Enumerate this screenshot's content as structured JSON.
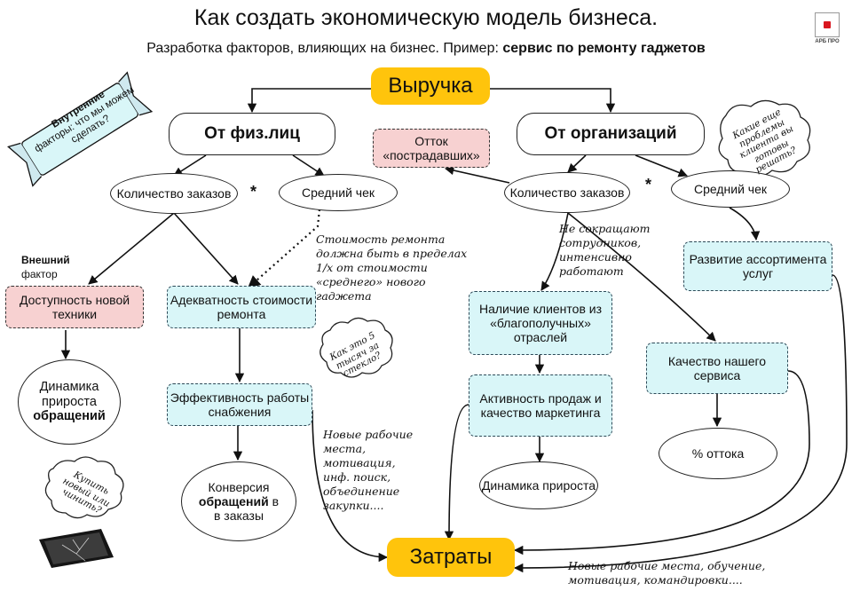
{
  "header": {
    "title": "Как создать экономическую модель бизнеса.",
    "subtitle_prefix": "Разработка факторов, влияющих на бизнес. Пример:",
    "subtitle_bold": "сервис по ремонту гаджетов",
    "logo_text": "АРБ ПРО"
  },
  "banner": {
    "bold": "Внутренние",
    "rest": "факторы: что мы можем сделать?"
  },
  "nodes": {
    "revenue": "Выручка",
    "costs": "Затраты",
    "individuals": "От физ.лиц",
    "organizations": "От организаций",
    "orders_ind": "Количество заказов",
    "avgcheck_ind": "Средний чек",
    "orders_org": "Количество заказов",
    "avgcheck_org": "Средний чек",
    "outflow": "Отток «пострадавших»",
    "availability": "Доступность новой техники",
    "adequacy": "Адекватность стоимости ремонта",
    "supply": "Эффективность работы снабжения",
    "growth_ind": "Динамика прироста",
    "growth_ind_bold": "обращений",
    "conv_pre": "Конверсия",
    "conv_bold": "обращений",
    "conv_post": "в заказы",
    "clients": "Наличие клиентов из «благополучных» отраслей",
    "sales": "Активность продаж и качество маркетинга",
    "growth_org": "Динамика прироста",
    "assortment": "Развитие ассортимента услуг",
    "quality": "Качество нашего сервиса",
    "churn": "% оттока"
  },
  "labels": {
    "star": "*",
    "external_bold": "Внешний",
    "external_rest": "фактор"
  },
  "notes": {
    "cost_note": "Стоимость ремонта должна быть в пределах 1/х от стоимости «среднего» нового гаджета",
    "staff_note": "Не сокращают сотрудников, интенсивно работают",
    "jobs_note": "Новые рабочие места, мотивация, инф. поиск, объединение закупки....",
    "costs_note": "Новые рабочие места, обучение, мотивация, командировки....",
    "cloud_glass": "Как это 5 тысяч за стекло?",
    "cloud_buy": "Купить новый или чинить?",
    "cloud_problems": "Какие еще проблемы клиента вы готовы решать?"
  }
}
